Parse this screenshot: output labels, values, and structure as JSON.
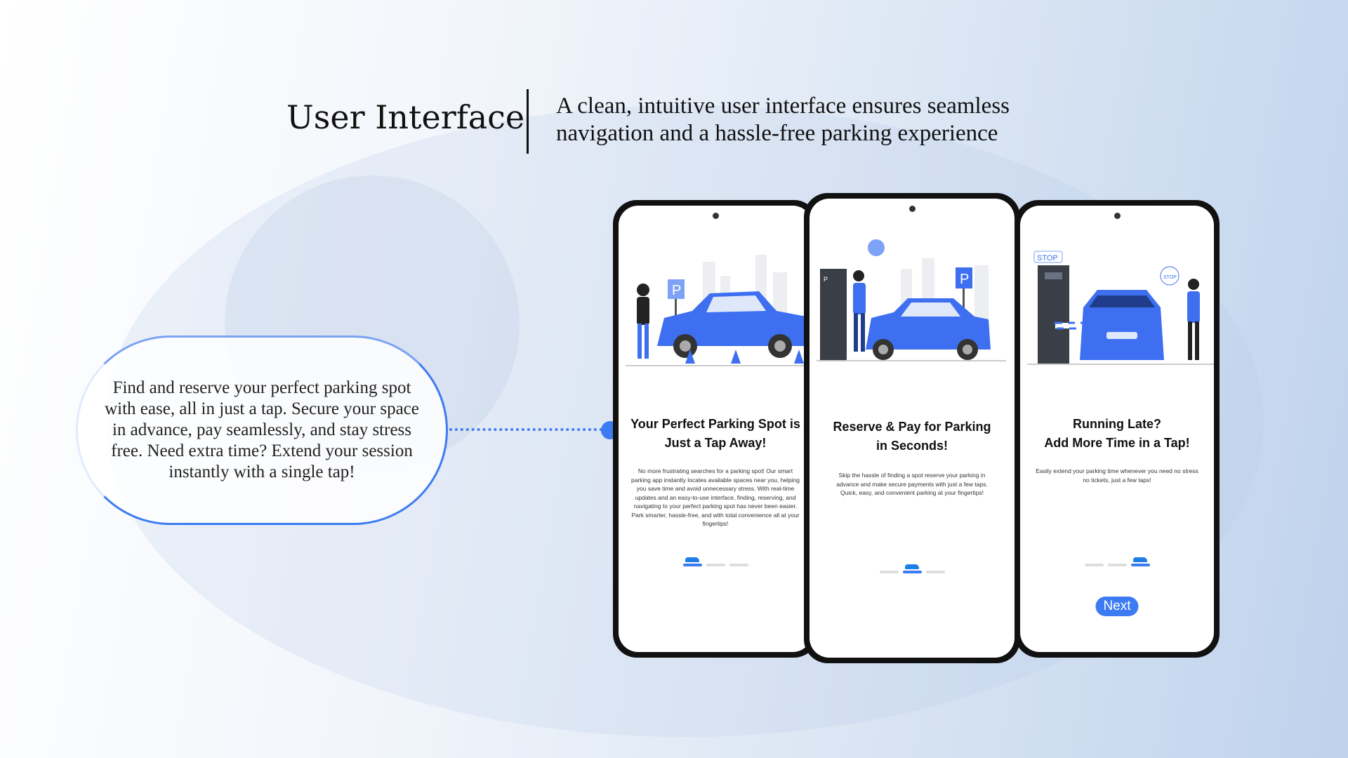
{
  "header": {
    "title": "User Interface",
    "subtitle_line1": "A clean, intuitive user interface ensures seamless",
    "subtitle_line2": "navigation and a hassle-free parking experience"
  },
  "callout": {
    "text": "Find and reserve your perfect parking spot with ease, all in just a tap. Secure your space in advance, pay seamlessly, and stay stress free. Need extra time? Extend your session instantly with a single tap!"
  },
  "colors": {
    "accent": "#3d7bf2",
    "car": "#3d6ff0"
  },
  "phones": [
    {
      "title1": "Your Perfect Parking Spot is",
      "title2": "Just a Tap Away!",
      "body": "No more frustrating searches for a parking spot! Our smart parking app instantly locates available spaces near you, helping you save time and avoid unnecessary stress. With real-time updates and an easy-to-use interface, finding, reserving, and navigating to your perfect parking spot has never been easier. Park smarter, hassle-free, and with total convenience all at your fingertips!",
      "page": 1,
      "sign": "P"
    },
    {
      "title1": "Reserve & Pay for Parking",
      "title2": "in Seconds!",
      "body": "Skip the hassle of finding a spot reserve your parking in advance and make secure payments with just a few taps. Quick, easy, and convenient parking at your fingertips!",
      "page": 2,
      "sign": "P"
    },
    {
      "title1": "Running Late?",
      "title2": "Add More Time in a Tap!",
      "body": "Easily extend your parking time whenever you need no stress no tickets, just a few taps!",
      "page": 3,
      "sign": "STOP",
      "next": "Next"
    }
  ]
}
